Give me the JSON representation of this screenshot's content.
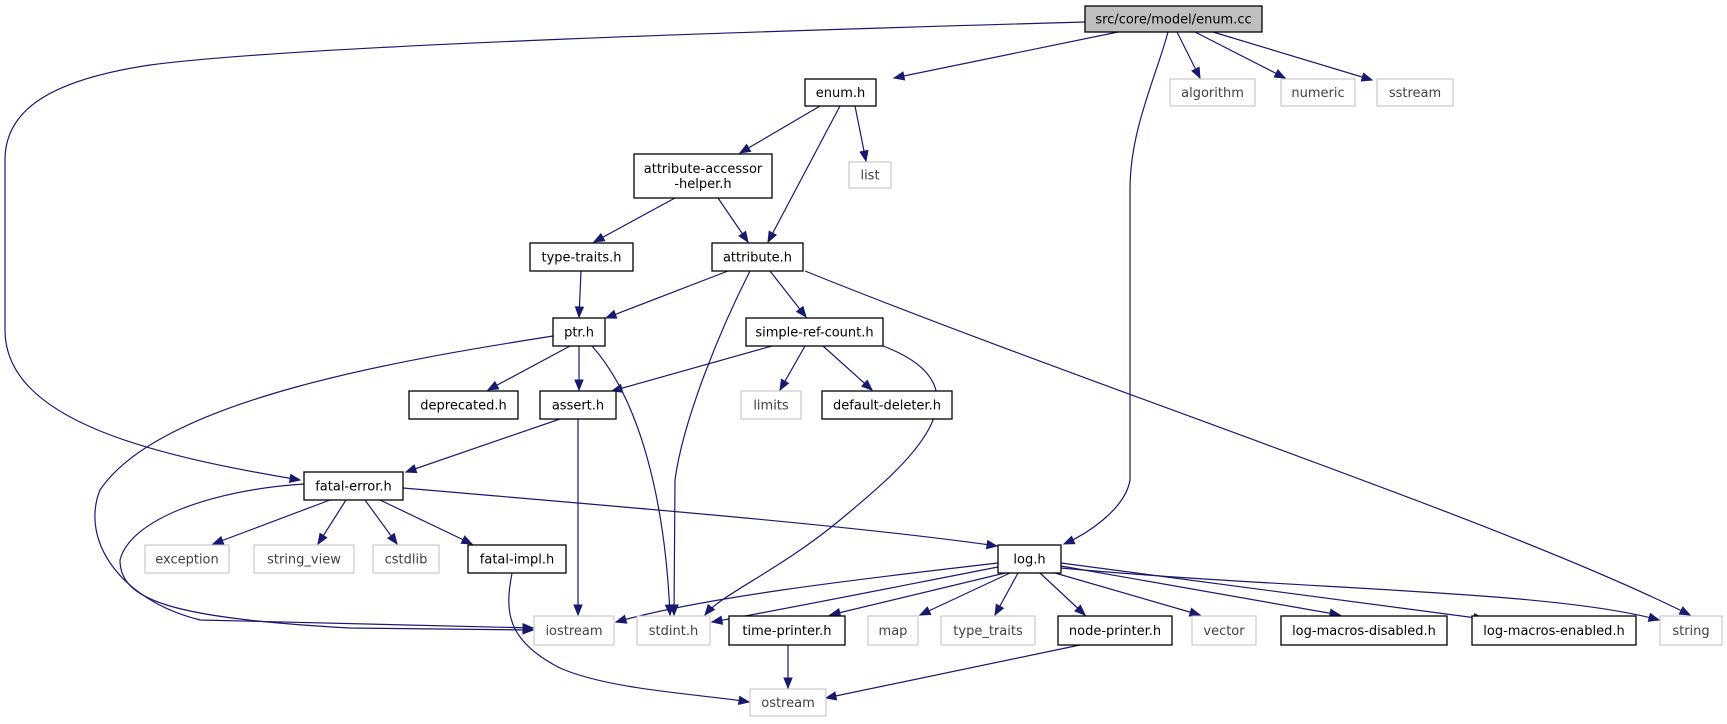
{
  "graph": {
    "root": "src/core/model/enum.cc",
    "nodes": [
      {
        "id": "enum_cc",
        "label": "src/core/model/enum.cc",
        "kind": "root"
      },
      {
        "id": "enum_h",
        "label": "enum.h",
        "kind": "header"
      },
      {
        "id": "algorithm",
        "label": "algorithm",
        "kind": "external"
      },
      {
        "id": "numeric",
        "label": "numeric",
        "kind": "external"
      },
      {
        "id": "sstream",
        "label": "sstream",
        "kind": "external"
      },
      {
        "id": "attr_acc",
        "label": "attribute-accessor\n-helper.h",
        "kind": "header"
      },
      {
        "id": "list",
        "label": "list",
        "kind": "external"
      },
      {
        "id": "type_traits_h",
        "label": "type-traits.h",
        "kind": "header"
      },
      {
        "id": "attribute_h",
        "label": "attribute.h",
        "kind": "header"
      },
      {
        "id": "ptr_h",
        "label": "ptr.h",
        "kind": "header"
      },
      {
        "id": "simple_ref",
        "label": "simple-ref-count.h",
        "kind": "header"
      },
      {
        "id": "deprecated_h",
        "label": "deprecated.h",
        "kind": "header"
      },
      {
        "id": "assert_h",
        "label": "assert.h",
        "kind": "header"
      },
      {
        "id": "limits",
        "label": "limits",
        "kind": "external"
      },
      {
        "id": "default_del",
        "label": "default-deleter.h",
        "kind": "header"
      },
      {
        "id": "fatal_error",
        "label": "fatal-error.h",
        "kind": "header"
      },
      {
        "id": "exception",
        "label": "exception",
        "kind": "external"
      },
      {
        "id": "string_view",
        "label": "string_view",
        "kind": "external"
      },
      {
        "id": "cstdlib",
        "label": "cstdlib",
        "kind": "external"
      },
      {
        "id": "fatal_impl",
        "label": "fatal-impl.h",
        "kind": "header"
      },
      {
        "id": "log_h",
        "label": "log.h",
        "kind": "header"
      },
      {
        "id": "iostream",
        "label": "iostream",
        "kind": "external"
      },
      {
        "id": "stdint",
        "label": "stdint.h",
        "kind": "external"
      },
      {
        "id": "time_printer",
        "label": "time-printer.h",
        "kind": "header"
      },
      {
        "id": "map",
        "label": "map",
        "kind": "external"
      },
      {
        "id": "type_traits",
        "label": "type_traits",
        "kind": "external"
      },
      {
        "id": "node_printer",
        "label": "node-printer.h",
        "kind": "header"
      },
      {
        "id": "vector",
        "label": "vector",
        "kind": "external"
      },
      {
        "id": "log_dis",
        "label": "log-macros-disabled.h",
        "kind": "header"
      },
      {
        "id": "log_en",
        "label": "log-macros-enabled.h",
        "kind": "header"
      },
      {
        "id": "string",
        "label": "string",
        "kind": "external"
      },
      {
        "id": "ostream",
        "label": "ostream",
        "kind": "external"
      }
    ],
    "edges": [
      {
        "from": "enum_cc",
        "to": "enum_h"
      },
      {
        "from": "enum_cc",
        "to": "algorithm"
      },
      {
        "from": "enum_cc",
        "to": "numeric"
      },
      {
        "from": "enum_cc",
        "to": "sstream"
      },
      {
        "from": "enum_cc",
        "to": "fatal_error"
      },
      {
        "from": "enum_cc",
        "to": "log_h"
      },
      {
        "from": "enum_h",
        "to": "attr_acc"
      },
      {
        "from": "enum_h",
        "to": "list"
      },
      {
        "from": "enum_h",
        "to": "attribute_h"
      },
      {
        "from": "attr_acc",
        "to": "type_traits_h"
      },
      {
        "from": "attr_acc",
        "to": "attribute_h"
      },
      {
        "from": "type_traits_h",
        "to": "ptr_h"
      },
      {
        "from": "attribute_h",
        "to": "ptr_h"
      },
      {
        "from": "attribute_h",
        "to": "simple_ref"
      },
      {
        "from": "attribute_h",
        "to": "stdint"
      },
      {
        "from": "attribute_h",
        "to": "string"
      },
      {
        "from": "ptr_h",
        "to": "deprecated_h"
      },
      {
        "from": "ptr_h",
        "to": "assert_h"
      },
      {
        "from": "ptr_h",
        "to": "stdint"
      },
      {
        "from": "ptr_h",
        "to": "iostream"
      },
      {
        "from": "simple_ref",
        "to": "assert_h"
      },
      {
        "from": "simple_ref",
        "to": "limits"
      },
      {
        "from": "simple_ref",
        "to": "default_del"
      },
      {
        "from": "simple_ref",
        "to": "stdint"
      },
      {
        "from": "assert_h",
        "to": "fatal_error"
      },
      {
        "from": "assert_h",
        "to": "iostream"
      },
      {
        "from": "fatal_error",
        "to": "exception"
      },
      {
        "from": "fatal_error",
        "to": "string_view"
      },
      {
        "from": "fatal_error",
        "to": "cstdlib"
      },
      {
        "from": "fatal_error",
        "to": "fatal_impl"
      },
      {
        "from": "fatal_error",
        "to": "log_h"
      },
      {
        "from": "fatal_error",
        "to": "iostream"
      },
      {
        "from": "fatal_impl",
        "to": "ostream"
      },
      {
        "from": "log_h",
        "to": "iostream"
      },
      {
        "from": "log_h",
        "to": "stdint"
      },
      {
        "from": "log_h",
        "to": "time_printer"
      },
      {
        "from": "log_h",
        "to": "map"
      },
      {
        "from": "log_h",
        "to": "type_traits"
      },
      {
        "from": "log_h",
        "to": "node_printer"
      },
      {
        "from": "log_h",
        "to": "vector"
      },
      {
        "from": "log_h",
        "to": "log_dis"
      },
      {
        "from": "log_h",
        "to": "log_en"
      },
      {
        "from": "log_h",
        "to": "string"
      },
      {
        "from": "time_printer",
        "to": "ostream"
      },
      {
        "from": "node_printer",
        "to": "ostream"
      }
    ]
  },
  "colors": {
    "edge": "#191970",
    "root_fill": "#bfbfbf",
    "header_border": "#000000",
    "external_border": "#bfbfbf"
  }
}
